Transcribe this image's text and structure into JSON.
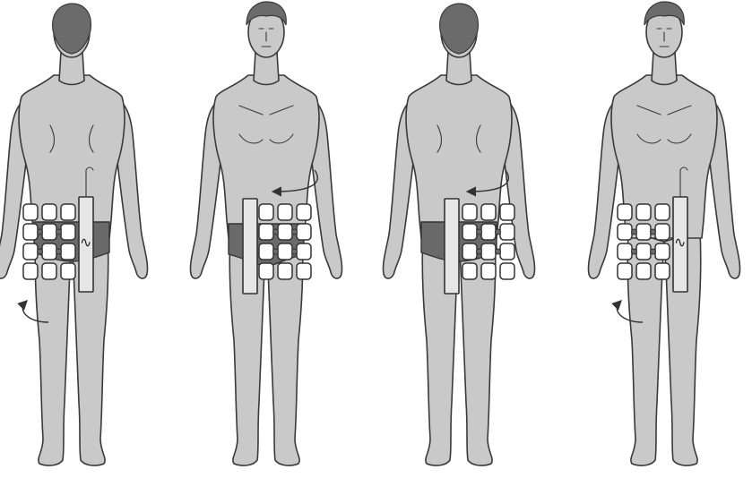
{
  "figures": [
    {
      "id": "fig1",
      "view": "back",
      "belt_side": "right",
      "arrow": "thigh-left"
    },
    {
      "id": "fig2",
      "view": "front",
      "belt_side": "left",
      "arrow": "waist-right"
    },
    {
      "id": "fig3",
      "view": "back",
      "belt_side": "left",
      "arrow": "waist-right"
    },
    {
      "id": "fig4",
      "view": "front",
      "belt_side": "right",
      "arrow": "thigh-left"
    }
  ],
  "device_glyph": "∿",
  "colors": {
    "skin": "#c9c9c9",
    "outline": "#3a3a3a",
    "brief": "#6a6a6a",
    "pad": "#ffffff"
  }
}
